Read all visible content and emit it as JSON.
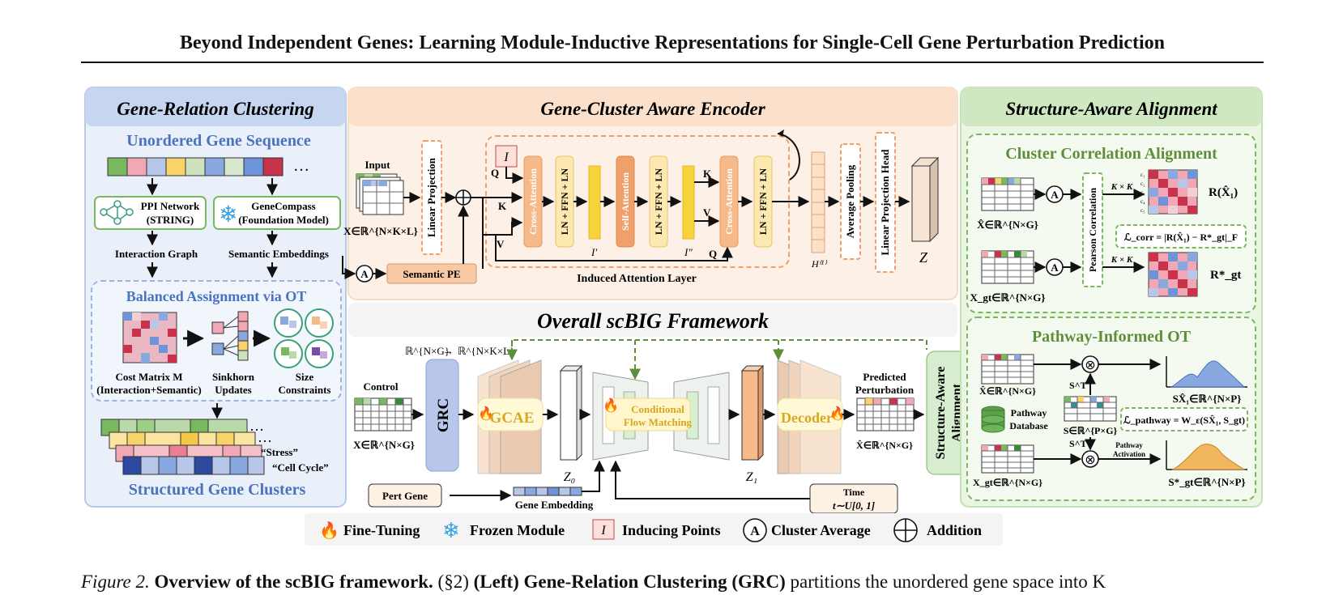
{
  "header": {
    "title": "Beyond Independent Genes: Learning Module-Inductive Representations for Single-Cell Gene Perturbation Prediction"
  },
  "colors": {
    "blue_panel": "#dde6f6",
    "orange_panel": "#fdeee2",
    "green_panel": "#e6f2df",
    "blue_text": "#4a72c0",
    "green_text": "#5e8e3a",
    "orange_block": "#f5b98a"
  },
  "panels": {
    "left": {
      "title": "Gene-Relation Clustering",
      "seq_title": "Unordered Gene Sequence",
      "ellipsis": "…",
      "ppi_line1": "PPI Network",
      "ppi_line2": "(STRING)",
      "gc_line1": "GeneCompass",
      "gc_line2": "(Foundation Model)",
      "interaction_graph": "Interaction Graph",
      "semantic_embeddings": "Semantic Embeddings",
      "ot_title": "Balanced Assignment via OT",
      "cost_line1": "Cost Matrix M",
      "cost_line2": "(Interaction+Semantic)",
      "sinkhorn_line1": "Sinkhorn",
      "sinkhorn_line2": "Updates",
      "size_line1": "Size",
      "size_line2": "Constraints",
      "stress": "“Stress”",
      "cell_cycle": "“Cell Cycle”",
      "clusters_title": "Structured Gene Clusters"
    },
    "encoder": {
      "title": "Gene-Cluster Aware Encoder",
      "input": "Input",
      "x_label": "X∈ℝ^{N×K×L}",
      "linear_projection": "Linear Projection",
      "semantic_pe": "Semantic PE",
      "q": "Q",
      "k": "K",
      "v": "V",
      "inducing_symbol": "I",
      "cross_attention": "Cross-Attention",
      "ln_ffn_ln": "LN + FFN + LN",
      "self_attention": "Self-Attention",
      "i_prime": "I′",
      "i_dprime": "I″",
      "induced_attention_layer": "Induced Attention Layer",
      "h1": "H⁽¹⁾",
      "average_pooling": "Average Pooling",
      "linear_projection_head": "Linear Projection Head",
      "z": "Z",
      "cluster_average_symbol": "A"
    },
    "framework": {
      "title": "Overall scBIG Framework",
      "r_ng": "ℝ^{N×G}",
      "arrow": "→",
      "r_nkl": "ℝ^{N×K×L}",
      "control": "Control",
      "x_ng": "X∈ℝ^{N×G}",
      "grc": "GRC",
      "gcae": "GCAE",
      "z0": "Z₀",
      "cfm_line1": "Conditional",
      "cfm_line2": "Flow Matching",
      "z1": "Z₁",
      "decoder": "Decoder",
      "pred_line1": "Predicted",
      "pred_line2": "Perturbation",
      "xhat_ng": "X̂∈ℝ^{N×G}",
      "sa_line1": "Structure-Aware",
      "sa_line2": "Alignment",
      "pert_gene": "Pert Gene",
      "gene_embedding": "Gene Embedding",
      "time": "Time",
      "time_dist": "t∼U[0, 1]"
    },
    "right": {
      "title": "Structure-Aware Alignment",
      "cca_title": "Cluster Correlation Alignment",
      "xhat": "X̂∈ℝ^{N×G}",
      "xgt": "X_gt∈ℝ^{N×G}",
      "pearson": "Pearson Correlation",
      "kxk": "K × K",
      "r_hat": "R(X̂₁)",
      "r_gt": "R*_gt",
      "l_corr": "ℒ_corr = |R(X̂₁) − R*_gt|_F",
      "cluster_labels": [
        "c₁",
        "c₂",
        "c₃",
        "c₄",
        "c₅"
      ],
      "pot_title": "Pathway-Informed OT",
      "xhat2": "X̂∈ℝ^{N×G}",
      "s_t": "S^T",
      "otimes": "⊗",
      "pathway_line1": "Pathway",
      "pathway_line2": "Database",
      "s_pg": "S∈ℝ^{P×G}",
      "s_x1": "SX̂₁∈ℝ^{N×P}",
      "l_pathway": "ℒ_pathway = W_ε(SX̂₁, S_gt)",
      "xgt2": "X_gt∈ℝ^{N×G}",
      "s_t2": "S^T",
      "activation_line1": "Pathway",
      "activation_line2": "Activation",
      "s_gt": "S*_gt∈ℝ^{N×P}"
    }
  },
  "legend": {
    "fine_tuning": "Fine-Tuning",
    "frozen_module": "Frozen Module",
    "inducing_symbol": "I",
    "inducing_points": "Inducing Points",
    "cluster_symbol": "A",
    "cluster_average": "Cluster Average",
    "addition": "Addition"
  },
  "caption": {
    "fig_label": "Figure 2.",
    "bold_title": "Overview of the scBIG framework.",
    "section": "(§2)",
    "left_bold": "(Left) Gene-Relation Clustering (GRC)",
    "rest": "partitions the unordered gene space into K"
  }
}
